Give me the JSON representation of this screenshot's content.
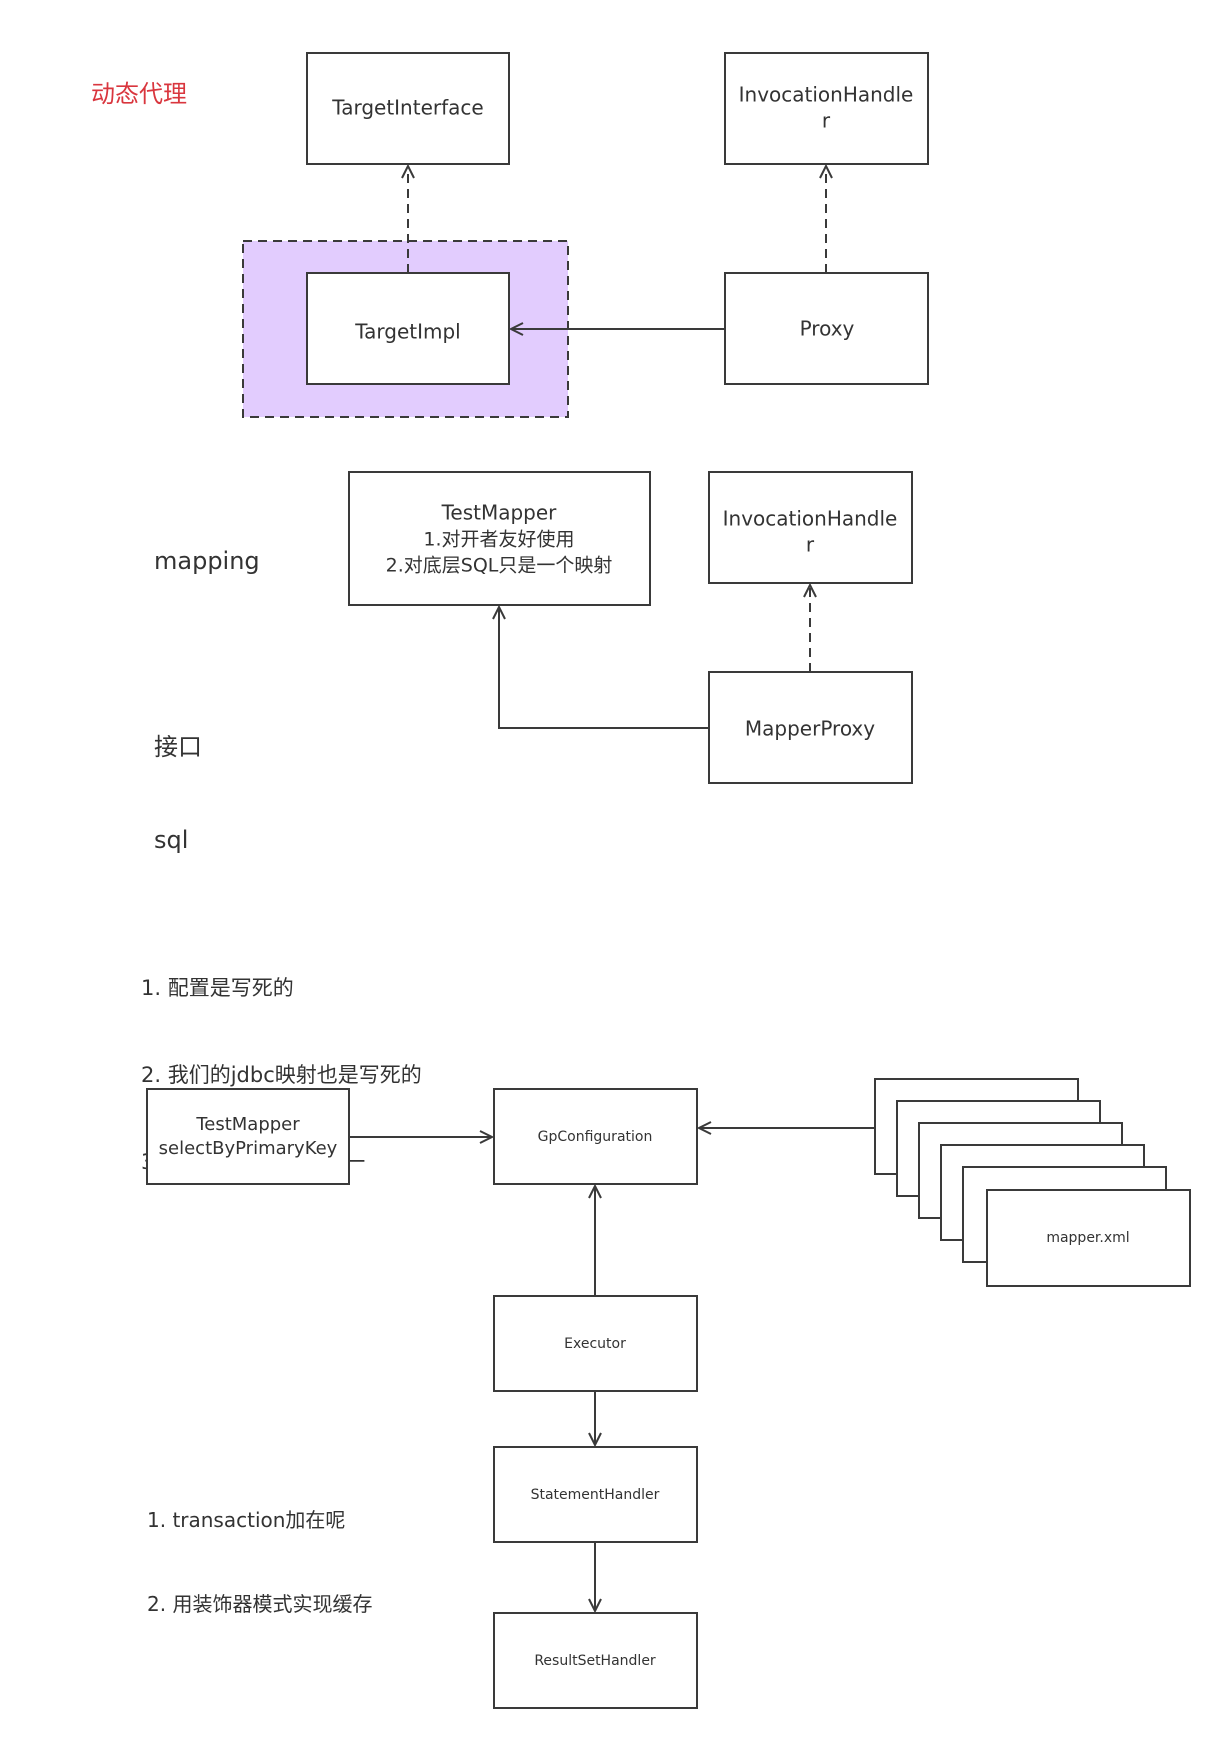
{
  "accent_color": "#d9363e",
  "group_fill": "#e2ccfe",
  "section1": {
    "title": "动态代理",
    "nodes": {
      "target_interface": "TargetInterface",
      "invocation_handler": [
        "InvocationHandle",
        "r"
      ],
      "target_impl": "TargetImpl",
      "proxy": "Proxy"
    }
  },
  "section2": {
    "side_notes": [
      "mapping",
      "",
      "接口",
      "sql"
    ],
    "nodes": {
      "test_mapper": [
        "TestMapper",
        "1.对开者友好使用",
        "2.对底层SQL只是一个映射"
      ],
      "invocation_handler": [
        "InvocationHandle",
        "r"
      ],
      "mapper_proxy": "MapperProxy"
    }
  },
  "section3": {
    "notes_top": [
      "1. 配置是写死的",
      "2. 我们的jdbc映射也是写死的",
      "3. Executor职责要单一"
    ],
    "notes_bottom": [
      "1. transaction加在呢",
      "2. 用装饰器模式实现缓存"
    ],
    "nodes": {
      "test_mapper": [
        "TestMapper",
        "selectByPrimaryKey"
      ],
      "gp_configuration": "GpConfiguration",
      "mapper_xml": "mapper.xml",
      "executor": "Executor",
      "statement_handler": "StatementHandler",
      "result_set_handler": "ResultSetHandler"
    }
  }
}
